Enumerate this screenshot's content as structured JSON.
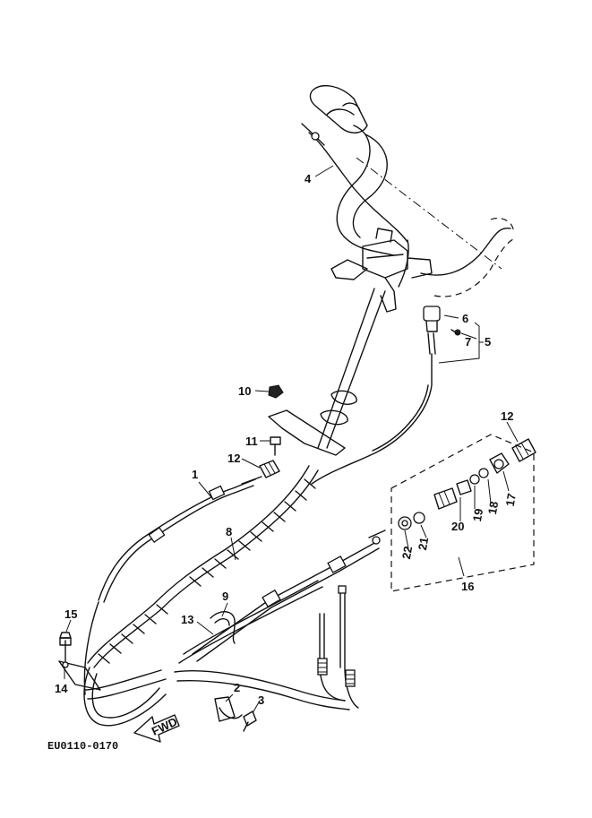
{
  "parts": [
    {
      "number": "1"
    },
    {
      "number": "2"
    },
    {
      "number": "3"
    },
    {
      "number": "4"
    },
    {
      "number": "5"
    },
    {
      "number": "6"
    },
    {
      "number": "7"
    },
    {
      "number": "8"
    },
    {
      "number": "9"
    },
    {
      "number": "10"
    },
    {
      "number": "11"
    },
    {
      "number": "12"
    },
    {
      "number": "12"
    },
    {
      "number": "13"
    },
    {
      "number": "14"
    },
    {
      "number": "15"
    },
    {
      "number": "16"
    },
    {
      "number": "17"
    },
    {
      "number": "18"
    },
    {
      "number": "19"
    },
    {
      "number": "20"
    },
    {
      "number": "21"
    },
    {
      "number": "22"
    }
  ],
  "direction_arrow": "FWD",
  "drawing_code": "EU0110-0170"
}
